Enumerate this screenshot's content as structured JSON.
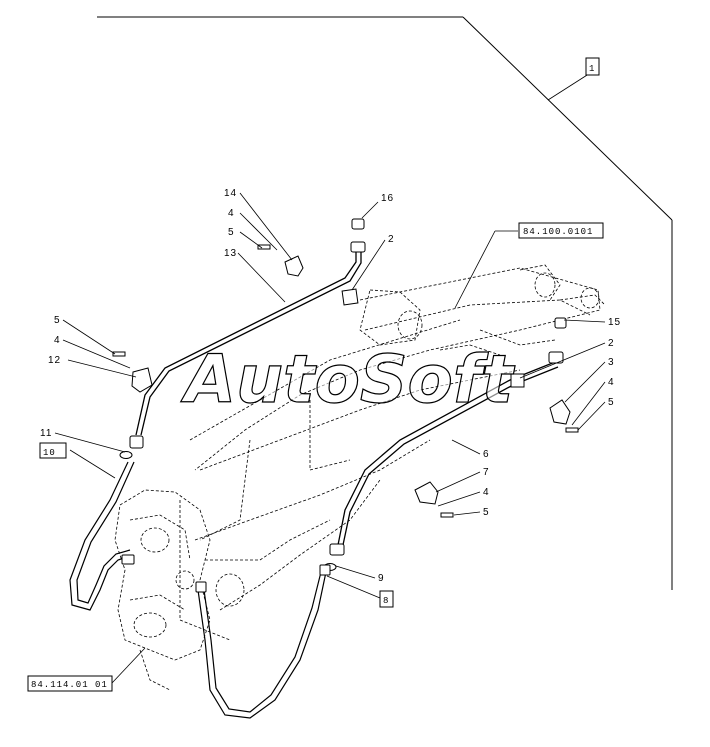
{
  "diagram": {
    "part_callouts": {
      "p14": "14",
      "p4a": "4",
      "p5a": "5",
      "p13": "13",
      "p16": "16",
      "p2a": "2",
      "p5b": "5",
      "p4b": "4",
      "p12": "12",
      "p15": "15",
      "p2b": "2",
      "p3": "3",
      "p4c": "4",
      "p5c": "5",
      "p6": "6",
      "p7": "7",
      "p4d": "4",
      "p5d": "5",
      "p11": "11",
      "p9": "9"
    },
    "boxed_refs": {
      "ref1": "1",
      "ref10": "10",
      "ref8": "8",
      "ref_boom": "84.100.0101",
      "ref_base": "84.114.01 01"
    },
    "watermark": "AutoSoft"
  }
}
